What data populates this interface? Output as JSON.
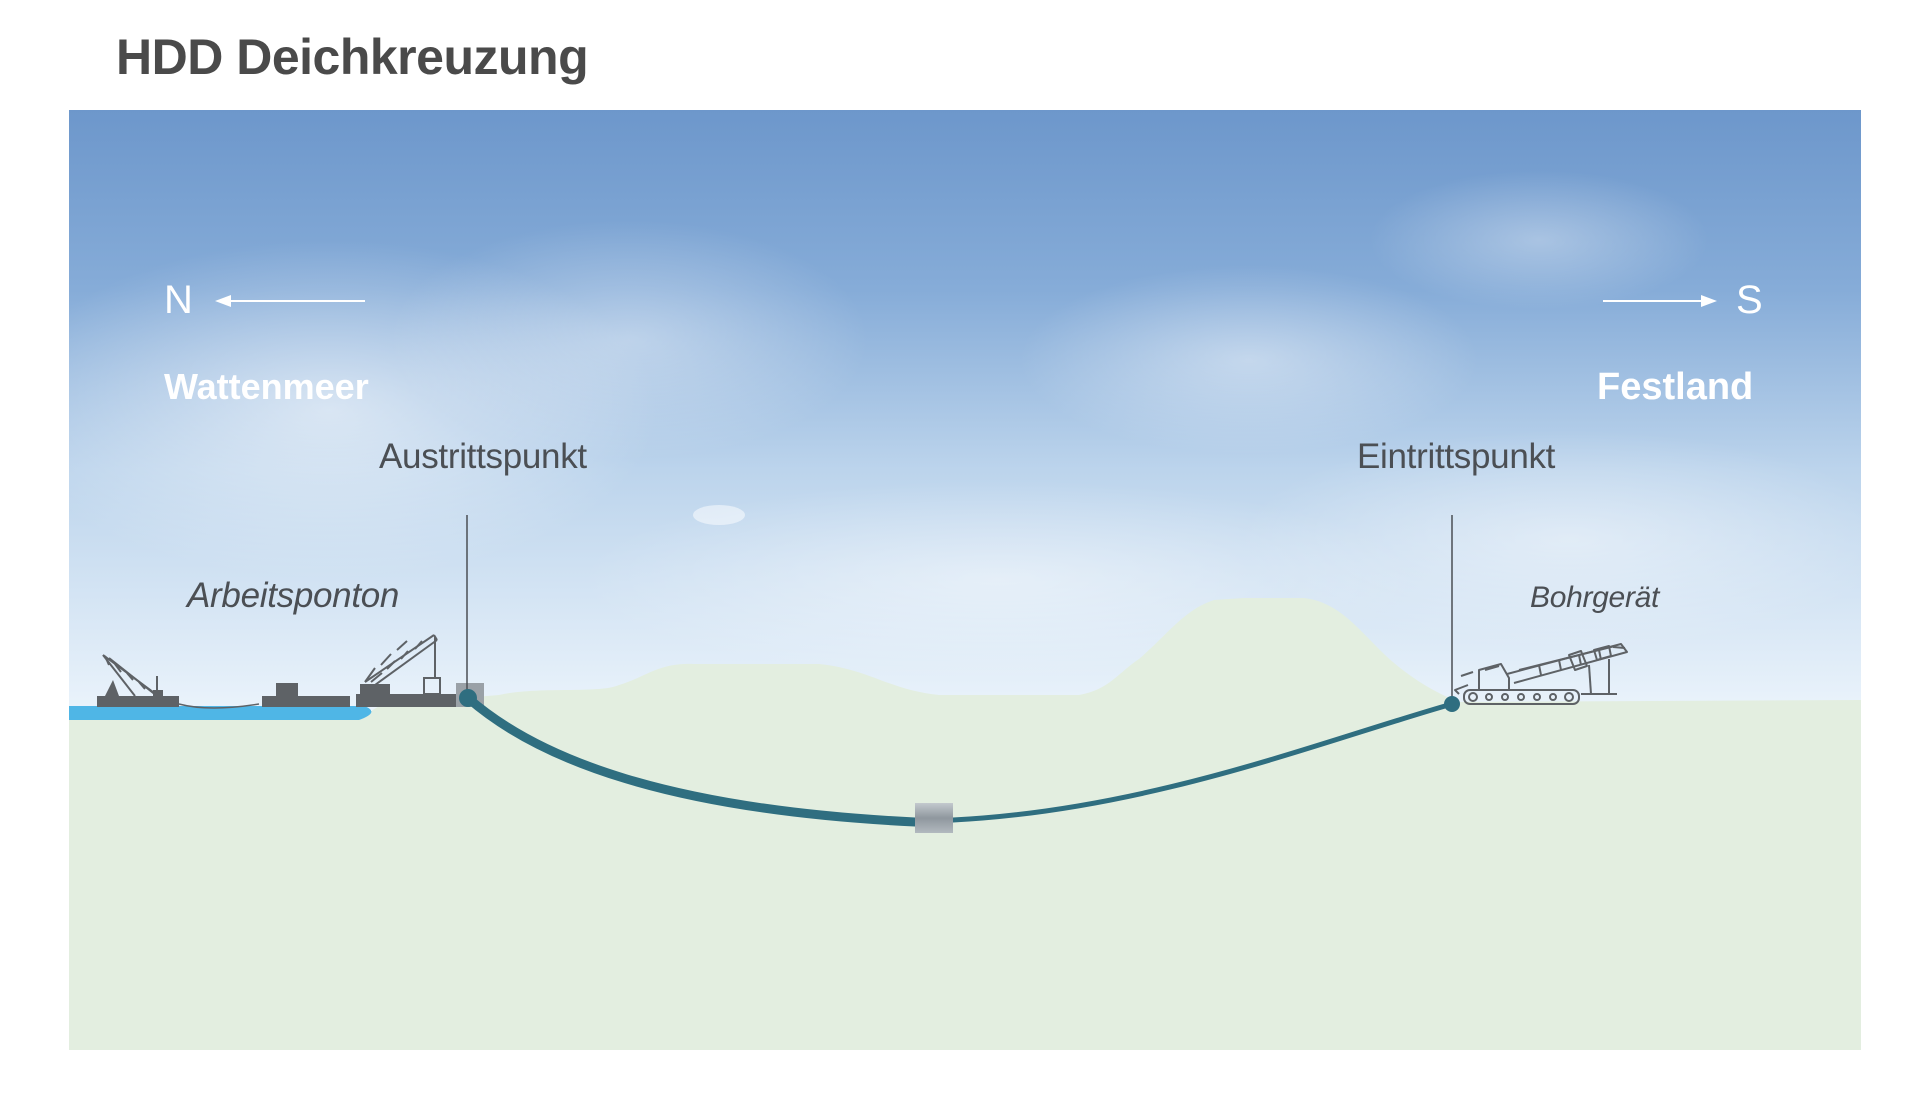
{
  "title": "HDD Deichkreuzung",
  "compass": {
    "north": "N",
    "south": "S"
  },
  "regions": {
    "left": "Wattenmeer",
    "right": "Festland"
  },
  "points": {
    "exit": "Austrittspunkt",
    "entry": "Eintrittspunkt"
  },
  "equipment": {
    "pontoon": "Arbeitsponton",
    "drill": "Bohrgerät"
  },
  "colors": {
    "sky_top": "#6e99cc",
    "sky_bottom": "#e6f1fa",
    "ground": "#e3eee0",
    "water": "#4fb6e6",
    "pipe": "#2f6e80",
    "equipment": "#5e6266",
    "title": "#4a4a4a"
  }
}
